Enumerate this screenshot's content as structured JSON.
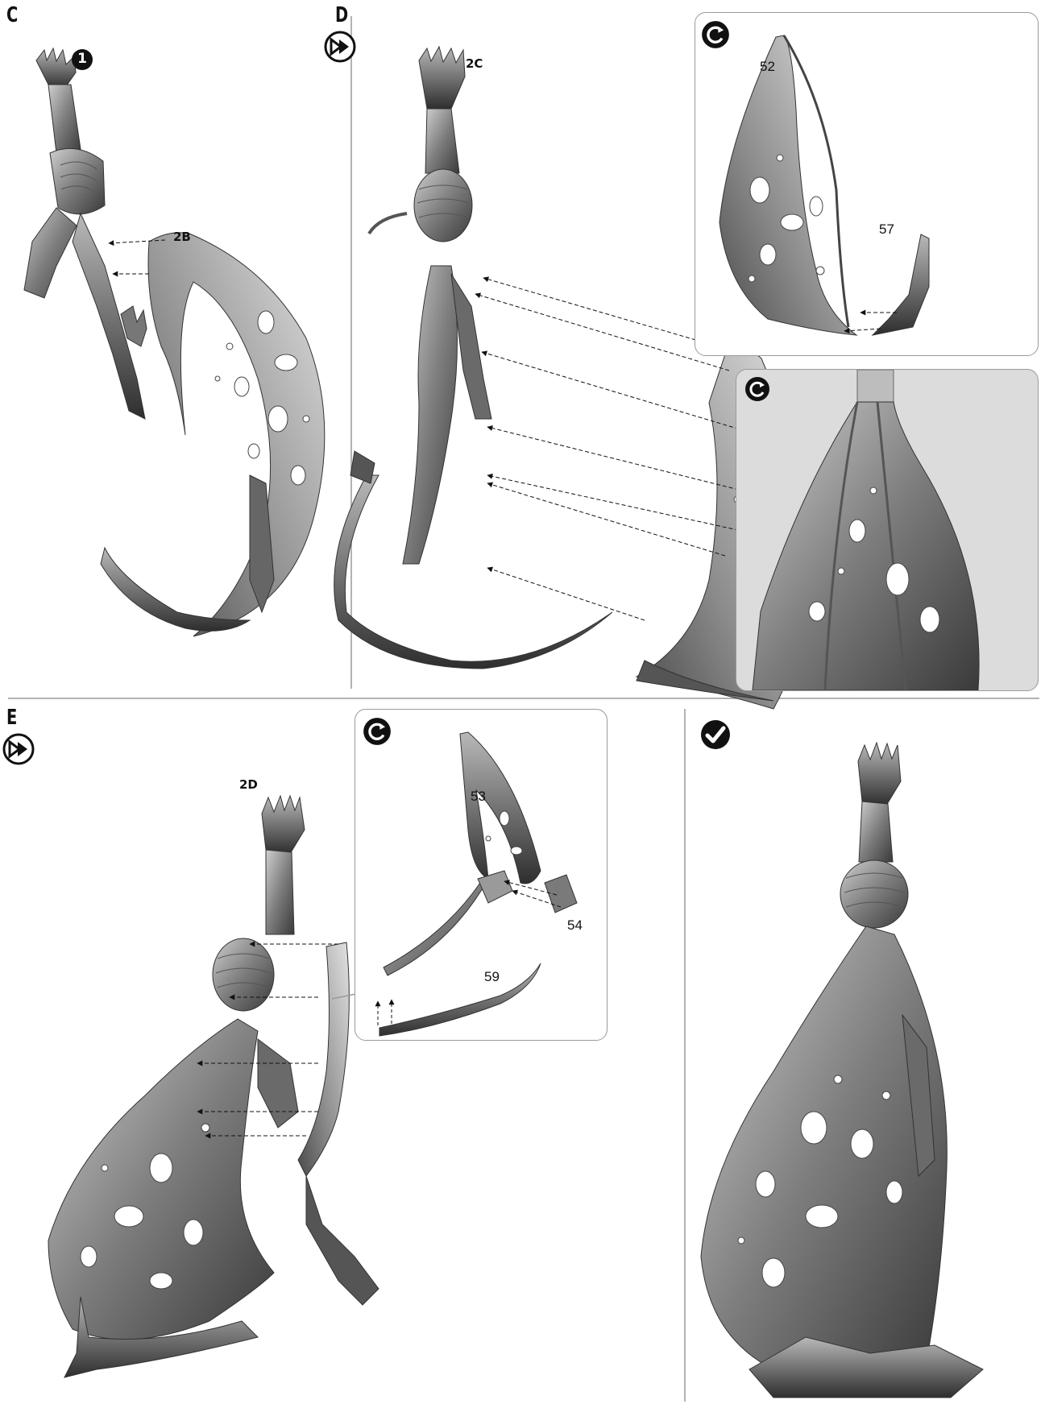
{
  "steps": {
    "c": {
      "letter": "C",
      "badge": "1",
      "part": "2B"
    },
    "d": {
      "letter": "D",
      "part": "2C",
      "inset_top": {
        "labels": [
          "52",
          "57"
        ]
      }
    },
    "e": {
      "letter": "E",
      "part": "2D",
      "inset": {
        "labels": [
          "53",
          "54",
          "59"
        ]
      }
    }
  },
  "icons": [
    "number-badge-icon",
    "assemble-subassembly-icon",
    "rotate-view-icon",
    "completed-checkmark-icon"
  ],
  "colors": {
    "ink": "#111111",
    "part_grey": "#8a8a8a",
    "panel_grey": "#dcdcdc",
    "divider": "#9a9a9a"
  }
}
